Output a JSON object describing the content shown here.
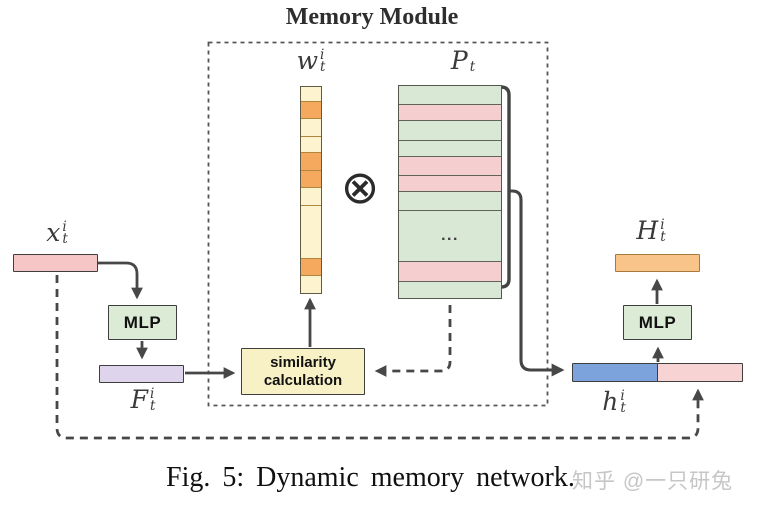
{
  "colors": {
    "cream": "#fdf3cf",
    "orange": "#f5a95f",
    "green": "#d8e8d4",
    "pink_row": "#f5cfcf",
    "pink_box": "#f6c6c6",
    "pink_light": "#f7d3d4",
    "blue": "#7ca3dc",
    "lavender": "#ded4ec",
    "mlp_green": "#dcebd6",
    "yellow": "#f9f1c6",
    "h_orange": "#f9c489",
    "line": "#474747"
  },
  "memory_module": {
    "title": "Memory Module",
    "operator": "⊗",
    "weight_vector": {
      "label": {
        "base": "w",
        "sup": "i",
        "sub": "t"
      },
      "cells": [
        {
          "color": "cream",
          "h": 14
        },
        {
          "color": "orange",
          "h": 16
        },
        {
          "color": "cream",
          "h": 17
        },
        {
          "color": "cream",
          "h": 15
        },
        {
          "color": "orange",
          "h": 17
        },
        {
          "color": "orange",
          "h": 16
        },
        {
          "color": "cream",
          "h": 17
        },
        {
          "color": "cream",
          "h": 52
        },
        {
          "color": "orange",
          "h": 16
        },
        {
          "color": "cream",
          "h": 17
        }
      ]
    },
    "memory_matrix": {
      "label": {
        "base": "P",
        "sup": "",
        "sub": "t"
      },
      "rows": [
        {
          "color": "green",
          "h": 18,
          "text": ""
        },
        {
          "color": "pink_row",
          "h": 15,
          "text": ""
        },
        {
          "color": "green",
          "h": 19,
          "text": ""
        },
        {
          "color": "green",
          "h": 15,
          "text": ""
        },
        {
          "color": "pink_row",
          "h": 18,
          "text": ""
        },
        {
          "color": "pink_row",
          "h": 15,
          "text": ""
        },
        {
          "color": "green",
          "h": 18,
          "text": ""
        },
        {
          "color": "green",
          "h": 50,
          "text": "..."
        },
        {
          "color": "pink_row",
          "h": 19,
          "text": ""
        },
        {
          "color": "green",
          "h": 16,
          "text": ""
        }
      ]
    },
    "similarity_box": {
      "line1": "similarity",
      "line2": "calculation"
    }
  },
  "input_branch": {
    "input_label": {
      "base": "x",
      "sup": "i",
      "sub": "t"
    },
    "mlp_label": "MLP",
    "feature_label": {
      "base": "F",
      "sup": "i",
      "sub": "t"
    }
  },
  "output_branch": {
    "hidden_label": {
      "base": "h",
      "sup": "i",
      "sub": "t"
    },
    "mlp_label": "MLP",
    "output_label": {
      "base": "H",
      "sup": "i",
      "sub": "t"
    }
  },
  "caption": "Fig. 5: Dynamic memory network.",
  "watermark": "知乎 @一只研兔"
}
